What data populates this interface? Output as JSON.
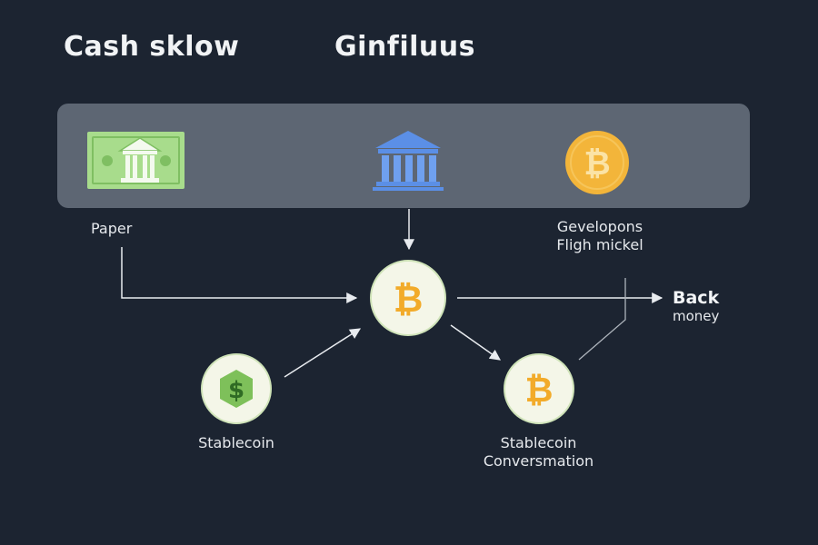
{
  "header": {
    "title_left": "Cash sklow",
    "title_right": "Ginfiluus"
  },
  "labels": {
    "paper": "Paper",
    "developons_line1": "Gevelopons",
    "developons_line2": "Fligh mickel",
    "back_line1": "Back",
    "back_line2": "money",
    "stablecoin": "Stablecoin",
    "stablecoin2_line1": "Stablecoin",
    "stablecoin2_line2": "Conversmation"
  },
  "symbols": {
    "bitcoin": "₿",
    "dollar": "$"
  },
  "icons": [
    "banknote-icon",
    "bank-icon",
    "bitcoin-icon",
    "stablecoin-icon"
  ],
  "colors": {
    "background": "#1c2431",
    "banner": "#5d6673",
    "banknote": "#a8dc8c",
    "bank": "#5b8fe6",
    "bitcoin": "#f3b53a",
    "stablecoin": "#7ec05a",
    "node_fill": "#f4f6e8"
  }
}
